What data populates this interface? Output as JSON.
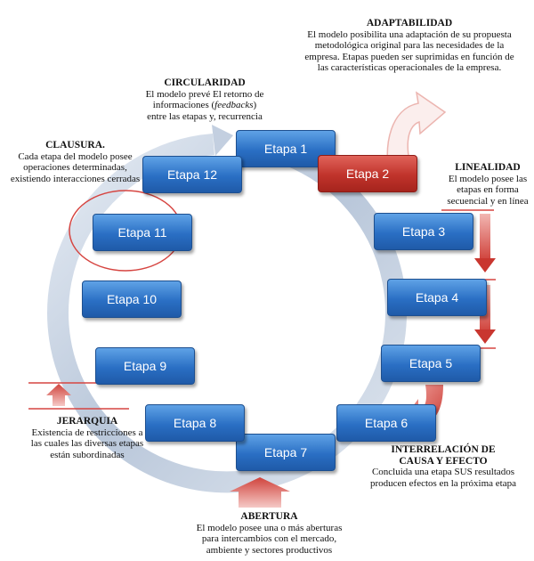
{
  "diagram": {
    "stages": [
      {
        "label": "Etapa 1"
      },
      {
        "label": "Etapa 2",
        "highlight": "red"
      },
      {
        "label": "Etapa 3"
      },
      {
        "label": "Etapa 4"
      },
      {
        "label": "Etapa 5"
      },
      {
        "label": "Etapa 6"
      },
      {
        "label": "Etapa 7"
      },
      {
        "label": "Etapa 8"
      },
      {
        "label": "Etapa 9"
      },
      {
        "label": "Etapa 10"
      },
      {
        "label": "Etapa 11",
        "circled": true
      },
      {
        "label": "Etapa 12"
      }
    ],
    "notes": {
      "adaptabilidad": {
        "title": "ADAPTABILIDAD",
        "lines": [
          "El modelo posibilita una adaptación de su propuesta",
          "metodológica original para las necesidades de la",
          "empresa.   Etapas pueden ser suprimidas en función de",
          "las características operacionales de la empresa."
        ]
      },
      "circularidad": {
        "title": "CIRCULARIDAD",
        "line1": "El modelo prevé El retorno de",
        "line2_pre": "informaciones (",
        "line2_em": "feedbacks",
        "line2_post": ")",
        "line3": "entre las etapas y, recurrencia"
      },
      "clausura": {
        "title": "CLAUSURA",
        "lines": [
          "Cada etapa del modelo posee",
          "operaciones determinadas,",
          "existiendo interacciones cerradas"
        ]
      },
      "linealidad": {
        "title": "LINEALIDAD",
        "lines": [
          "El modelo posee las",
          "etapas en forma",
          "secuencial y en línea"
        ]
      },
      "jerarquia": {
        "title": "JERARQUIA",
        "lines": [
          "Existencia de restricciones a",
          "las cuales las diversas etapas",
          "están subordinadas"
        ]
      },
      "interrelacion": {
        "title_line1": "INTERRELACIÓN DE",
        "title_line2": "CAUSA Y EFECTO",
        "lines": [
          "Concluida una etapa SUS resultados",
          "producen efectos en la próxima etapa"
        ]
      },
      "abertura": {
        "title": "ABERTURA",
        "lines": [
          "El modelo posee una o más aberturas",
          "para intercambios con el mercado,",
          "ambiente y sectores productivos"
        ]
      }
    },
    "colors": {
      "node_blue": "#2a6fc4",
      "node_red": "#c0332b",
      "ring": "#c9d4e3",
      "arrow_red": "#d9534f"
    }
  }
}
